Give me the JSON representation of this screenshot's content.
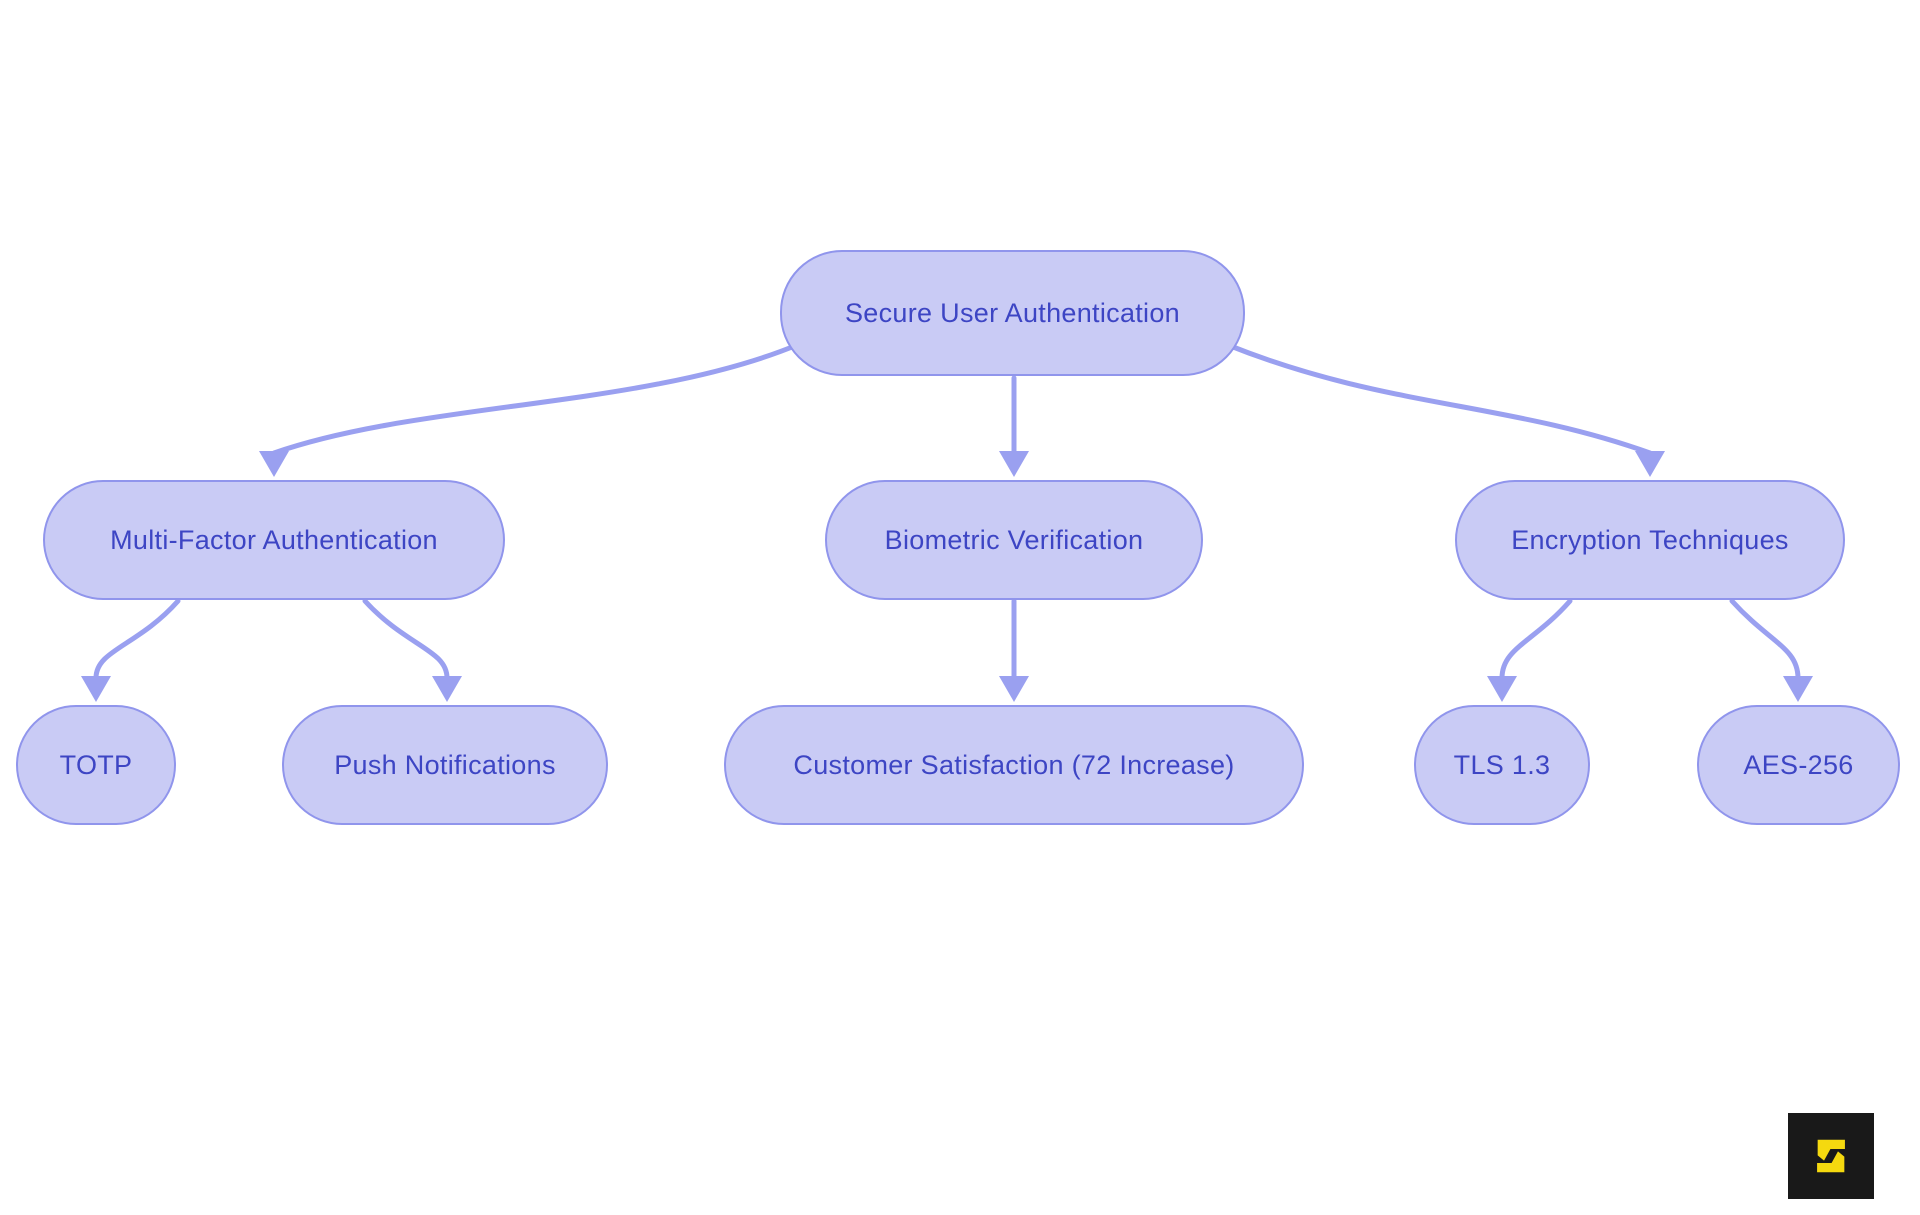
{
  "diagram": {
    "type": "flowchart",
    "background": "#ffffff",
    "nodes": [
      {
        "id": "secure",
        "label": "Secure User Authentication",
        "level": 1
      },
      {
        "id": "mfa",
        "label": "Multi-Factor Authentication",
        "level": 2
      },
      {
        "id": "biometric",
        "label": "Biometric Verification",
        "level": 2
      },
      {
        "id": "encryption",
        "label": "Encryption Techniques",
        "level": 2
      },
      {
        "id": "totp",
        "label": "TOTP",
        "level": 3
      },
      {
        "id": "push",
        "label": "Push Notifications",
        "level": 3
      },
      {
        "id": "customer",
        "label": "Customer Satisfaction (72 Increase)",
        "level": 3
      },
      {
        "id": "tls",
        "label": "TLS 1.3",
        "level": 3
      },
      {
        "id": "aes",
        "label": "AES-256",
        "level": 3
      }
    ],
    "edges": [
      {
        "from": "secure",
        "to": "mfa"
      },
      {
        "from": "secure",
        "to": "biometric"
      },
      {
        "from": "secure",
        "to": "encryption"
      },
      {
        "from": "mfa",
        "to": "totp"
      },
      {
        "from": "mfa",
        "to": "push"
      },
      {
        "from": "biometric",
        "to": "customer"
      },
      {
        "from": "encryption",
        "to": "tls"
      },
      {
        "from": "encryption",
        "to": "aes"
      }
    ],
    "colors": {
      "node_fill": "#c9cbf5",
      "node_border": "#9095ec",
      "node_text": "#3d45c4",
      "arrow": "#9aa0f0",
      "logo_background": "#191919",
      "logo_mark": "#f5d90f"
    }
  },
  "logo": {
    "mark": "angular-s"
  }
}
